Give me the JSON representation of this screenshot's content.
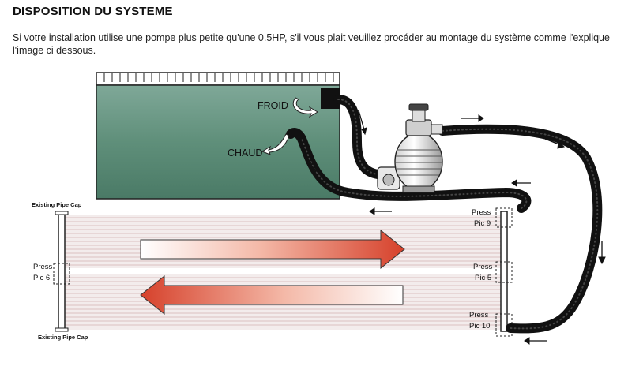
{
  "header": {
    "title": "DISPOSITION DU SYSTEME",
    "description": "Si votre installation utilise une pompe plus petite qu'une 0.5HP, s'il vous plait veuillez procéder au montage du système comme l'explique l'image ci dessous."
  },
  "diagram": {
    "pool_labels": {
      "cold": "FROID",
      "hot": "CHAUD"
    },
    "pipe_caps": {
      "top": "Existing Pipe Cap",
      "bottom": "Existing Pipe Cap"
    },
    "left_press": {
      "line1": "Press",
      "line2": "Pic 6"
    },
    "right_press": [
      {
        "line1": "Press",
        "line2": "Pic 9"
      },
      {
        "line1": "Press",
        "line2": "Pic 5"
      },
      {
        "line1": "Press",
        "line2": "Pic 10"
      }
    ]
  },
  "colors": {
    "pool_water": "#5f8f7a",
    "hose": "#1a1a1a",
    "arrow_red": "#d94a32",
    "panel_stripe": "#e9d9d9"
  }
}
